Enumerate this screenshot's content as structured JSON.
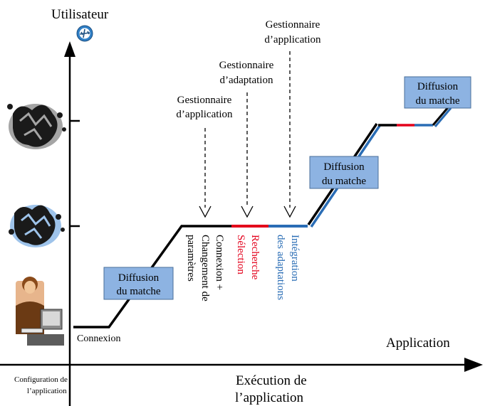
{
  "axes": {
    "y_label": "Utilisateur",
    "x_label_line1": "Exécution de",
    "x_label_line2": "l’application",
    "origin_label_line1": "Configuration de",
    "origin_label_line2": "l’application",
    "application_label": "Application"
  },
  "stages": {
    "connexion": "Connexion",
    "diffusion_1_line1": "Diffusion",
    "diffusion_1_line2": "du matche",
    "diffusion_2_line1": "Diffusion",
    "diffusion_2_line2": "du matche",
    "diffusion_3_line1": "Diffusion",
    "diffusion_3_line2": "du matche"
  },
  "managers": {
    "m1_line1": "Gestionnaire",
    "m1_line2": "d’application",
    "m2_line1": "Gestionnaire",
    "m2_line2": "d’adaptation",
    "m3_line1": "Gestionnaire",
    "m3_line2": "d’application"
  },
  "vertical_labels": {
    "black_line1": "Connexion +",
    "black_line2": "Changement de",
    "black_line3": "paramètres",
    "red_line1": "Recherche",
    "red_line2": "Sélection",
    "blue_line1": "Intégration",
    "blue_line2": "des adaptations"
  },
  "icons": {
    "user_level_1": "office-worker-clipart",
    "user_level_2": "juggler-blue-clipart",
    "user_level_3": "juggler-gray-clipart",
    "axis_top": "airplane-badge"
  },
  "colors": {
    "black_segment": "#000000",
    "red_segment": "#e3001b",
    "blue_segment": "#2a6db5",
    "box_fill": "#8db3e2"
  }
}
